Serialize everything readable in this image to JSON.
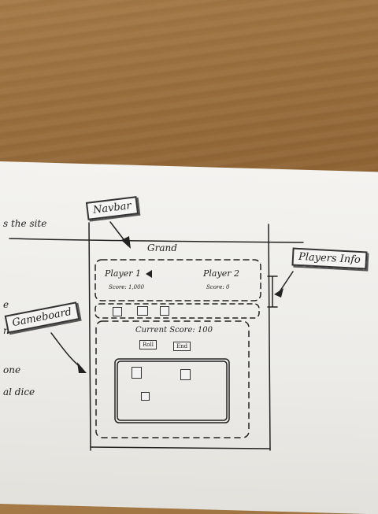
{
  "margin_notes": {
    "line1": "s the site",
    "line2": "e",
    "line3": "n",
    "line4": "one",
    "line5": "al dice"
  },
  "callouts": {
    "navbar": "Navbar",
    "players_info": "Players Info",
    "gameboard": "Gameboard"
  },
  "navbar": {
    "brand": "Grand"
  },
  "players": [
    {
      "name": "Player 1",
      "score_label": "Score: 1,000"
    },
    {
      "name": "Player 2",
      "score_label": "Score: 0"
    }
  ],
  "board": {
    "current_score": "Current Score: 100",
    "roll_label": "Roll",
    "end_label": "End"
  }
}
